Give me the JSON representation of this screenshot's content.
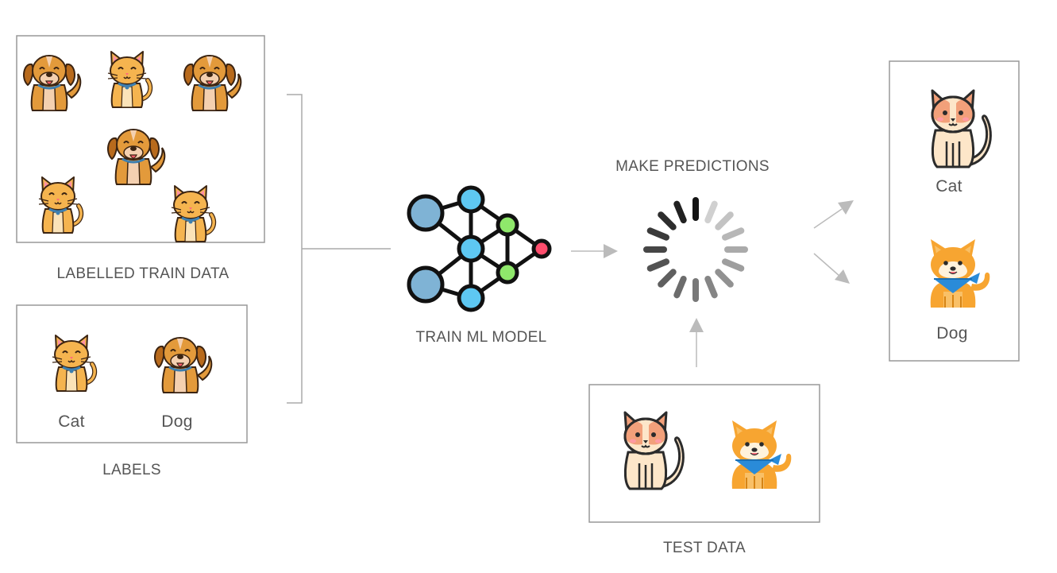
{
  "labels": {
    "train_data": "LABELLED TRAIN DATA",
    "labels": "LABELS",
    "model": "TRAIN ML MODEL",
    "predict": "MAKE PREDICTIONS",
    "test_data": "TEST DATA"
  },
  "label_names": {
    "cat": "Cat",
    "dog": "Dog"
  },
  "predictions": {
    "first": "Cat",
    "second": "Dog"
  },
  "icons": {
    "dog": "dog-icon",
    "cat": "cat-icon",
    "realistic_cat": "realistic-cat-icon",
    "shiba": "shiba-dog-icon",
    "network": "neural-network-icon",
    "spinner": "loading-spinner-icon"
  },
  "colors": {
    "dog_fur": "#e39a3b",
    "cat_fur": "#f5b44f",
    "node_blue": "#5ec8f2",
    "node_green": "#8fe86b",
    "node_red": "#ff4d6d",
    "shiba_scarf": "#2a8bd8"
  }
}
